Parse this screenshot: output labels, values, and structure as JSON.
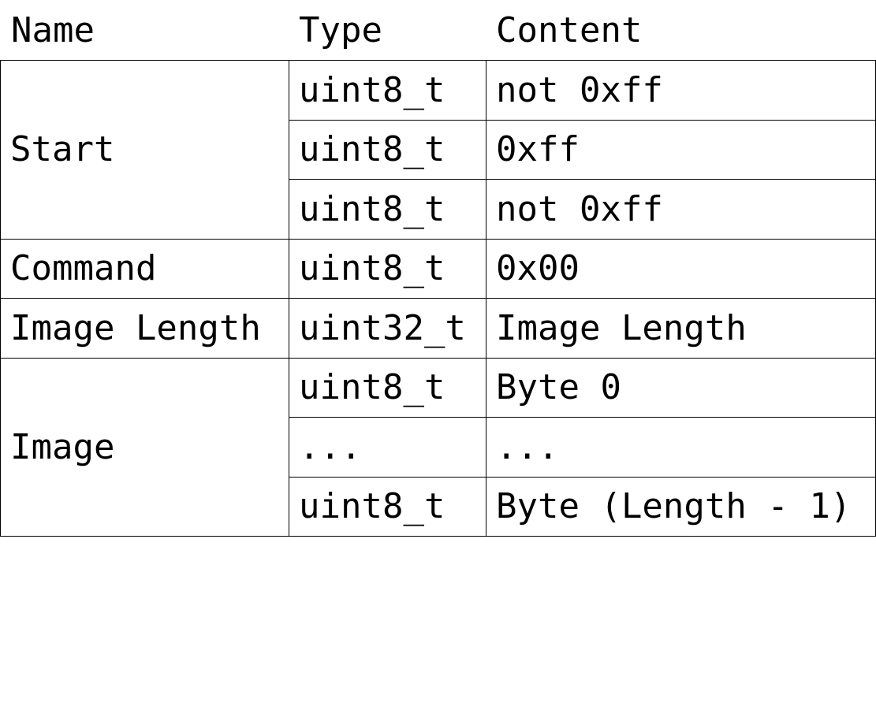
{
  "headers": {
    "name": "Name",
    "type": "Type",
    "content": "Content"
  },
  "groups": [
    {
      "name": "Start",
      "rows": [
        {
          "type": "uint8_t",
          "content": "not 0xff"
        },
        {
          "type": "uint8_t",
          "content": "0xff"
        },
        {
          "type": "uint8_t",
          "content": "not 0xff"
        }
      ]
    },
    {
      "name": "Command",
      "rows": [
        {
          "type": "uint8_t",
          "content": "0x00"
        }
      ]
    },
    {
      "name": "Image Length",
      "rows": [
        {
          "type": "uint32_t",
          "content": "Image Length"
        }
      ]
    },
    {
      "name": "Image",
      "rows": [
        {
          "type": "uint8_t",
          "content": "Byte 0"
        },
        {
          "type": "...",
          "content": "..."
        },
        {
          "type": "uint8_t",
          "content": "Byte (Length - 1)"
        }
      ]
    }
  ]
}
